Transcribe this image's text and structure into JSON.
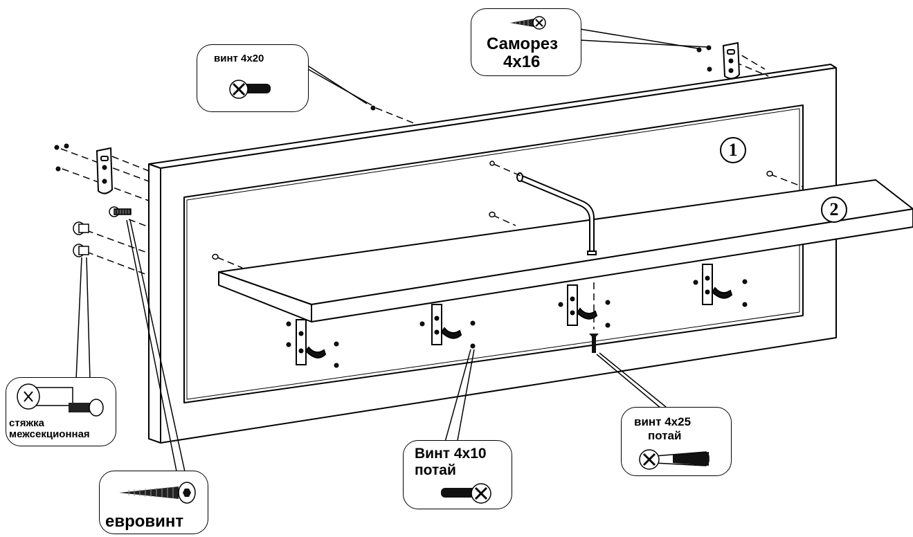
{
  "parts": {
    "panel_number": "1",
    "shelf_number": "2"
  },
  "callouts": {
    "screw_4x20": "винт 4х20",
    "self_tapping_line1": "Саморез",
    "self_tapping_line2": "4х16",
    "connector_line1": "стяжка",
    "connector_line2": "межсекционная",
    "euroscrew": "евровинт",
    "screw_4x10_line1": "Винт 4х10",
    "screw_4x10_line2": "потай",
    "screw_4x25_line1": "винт 4х25",
    "screw_4x25_line2": "потай"
  },
  "colors": {
    "line": "#000000",
    "fill": "#ffffff",
    "shade": "#d9d9d9",
    "dark": "#1a1a1a"
  },
  "icons": [
    "screw-icon",
    "self-tapping-screw-icon",
    "connector-icon",
    "euroscrew-icon",
    "countersunk-screw-icon"
  ]
}
